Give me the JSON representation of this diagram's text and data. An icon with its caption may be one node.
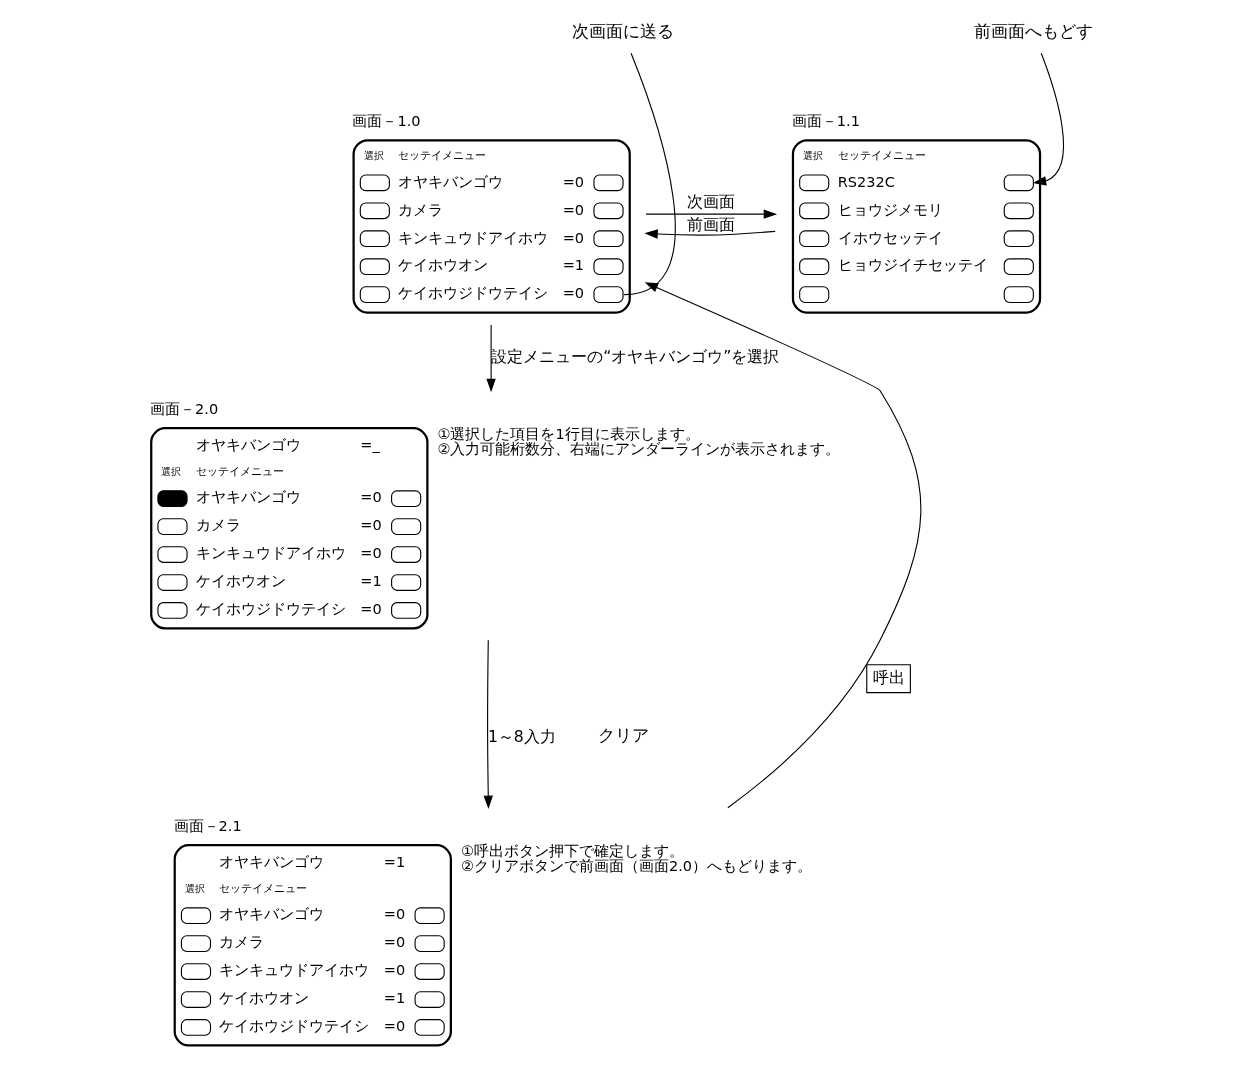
{
  "diagram": {
    "nodes": [
      {
        "text": [
          "画面－1.0",
          "選択",
          "セッテイメニュー",
          "オヤキバンゴウ",
          "=0",
          "カメラ",
          "=0",
          "キンキュウドアイホウ",
          "=0",
          "ケイホウオン",
          "=1",
          "ケイホウジドウテイシ",
          "=0"
        ]
      },
      {
        "text": [
          "次画面に送る"
        ]
      },
      {
        "text": [
          "画面－1.1",
          "選択",
          "セッテイメニュー",
          "RS232C",
          "ヒョウジメモリ",
          "イホウセッテイ",
          "ヒョウジイチセッテイ"
        ]
      },
      {
        "text": [
          "前画面へもどす"
        ]
      },
      {
        "text": [
          "画面－2.0",
          "オヤキバンゴウ",
          "=_",
          "選択",
          "セッテイメニュー",
          "オヤキバンゴウ",
          "=0",
          "カメラ",
          "=0",
          "キンキュウドアイホウ",
          "=0",
          "ケイホウオン",
          "=1",
          "ケイホウジドウテイシ",
          "=0"
        ],
        "beside": [
          "①選択した項目を1行目に表示します。",
          "②入力可能桁数分、右端にアンダーラインが表示されます。"
        ]
      },
      {
        "text": [
          "画面－2.1",
          "オヤキバンゴウ",
          "=1",
          "選択",
          "セッテイメニュー",
          "オヤキバンゴウ",
          "=0",
          "カメラ",
          "=0",
          "キンキュウドアイホウ",
          "=0",
          "ケイホウオン",
          "=1",
          "ケイホウジドウテイシ",
          "=0"
        ],
        "beside": [
          "①呼出ボタン押下で確定します。",
          "②クリアボタンで前画面（画面2.0）へもどります。"
        ]
      }
    ],
    "edges": [
      {
        "from": 0,
        "to": 2,
        "arrow": "to",
        "label": "次画面"
      },
      {
        "from": 2,
        "to": 0,
        "arrow": "to",
        "label": "前画面"
      },
      {
        "from": 0,
        "to": 4,
        "arrow": "to",
        "label": "設定メニューの“オヤキバンゴウ”を選択"
      },
      {
        "from": 4,
        "to": 5,
        "arrow": "to",
        "label": "1～8入力"
      },
      {
        "from": 5,
        "to": 0,
        "arrow": "to",
        "label": "呼出"
      },
      {
        "from": 1,
        "to": 0,
        "arrow": "none"
      },
      {
        "from": 3,
        "to": 2,
        "arrow": "to"
      }
    ],
    "labels": [
      "クリア"
    ]
  }
}
